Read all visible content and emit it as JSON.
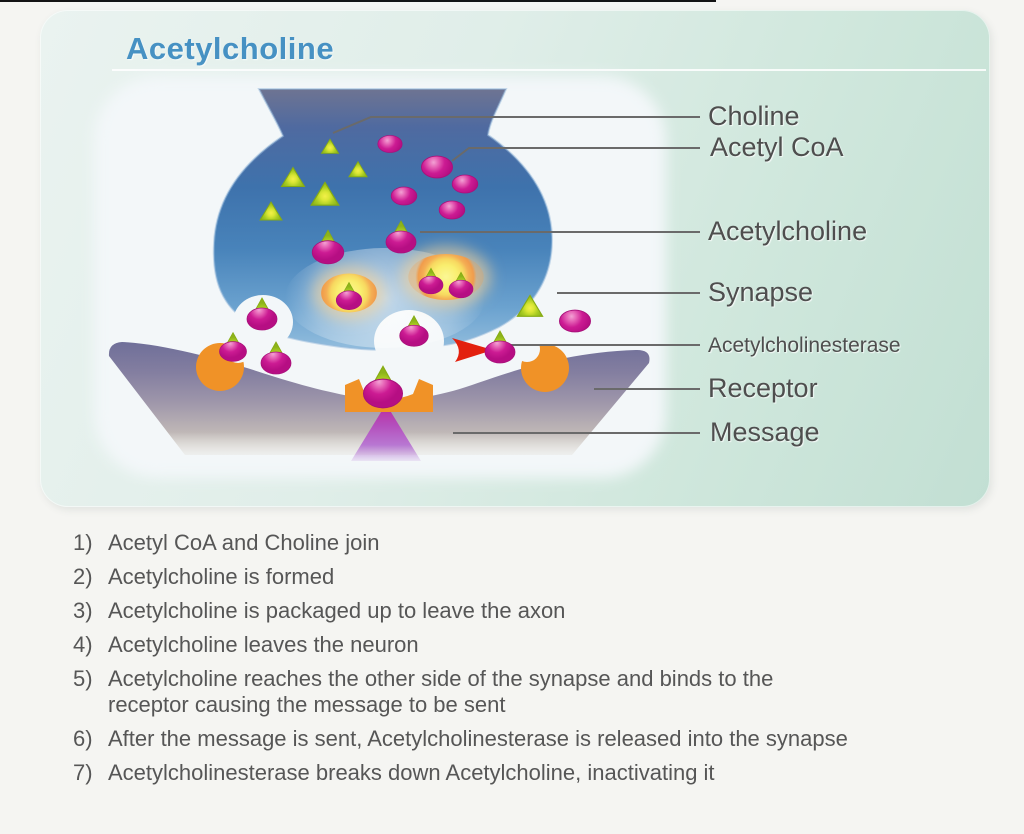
{
  "panel": {
    "title": "Acetylcholine"
  },
  "diagram": {
    "labels": [
      {
        "text": "Choline"
      },
      {
        "text": "Acetyl CoA"
      },
      {
        "text": "Acetylcholine"
      },
      {
        "text": "Synapse"
      },
      {
        "text": "Acetylcholinesterase"
      },
      {
        "text": "Receptor"
      },
      {
        "text": "Message"
      }
    ],
    "shapes": {
      "choline": "green-triangle",
      "acetyl_coa": "magenta-circle",
      "acetylcholine": "magenta-circle-with-green-triangle",
      "vesicle": "orange-ring-yellow-core",
      "receptor": "orange-c-shape",
      "acetylcholinesterase": "red-arrow",
      "message": "purple-triangle"
    },
    "colors": {
      "title_blue": "#4691c3",
      "panel_green": "#cde5db",
      "axon_blue": "#3e72ac",
      "choline_green": "#9cc41e",
      "acetyl_coa_magenta": "#c4138d",
      "vesicle_orange": "#f09a4c",
      "vesicle_yellow": "#f8ee74",
      "receptor_orange": "#f09427",
      "esterase_red": "#e32017",
      "message_purple": "#b45cc0",
      "membrane_purple": "#6f6f99",
      "label_gray": "#4e4e4e"
    }
  },
  "steps": [
    {
      "num": "1)",
      "line1": "Acetyl CoA and Choline join"
    },
    {
      "num": "2)",
      "line1": "Acetylcholine is formed"
    },
    {
      "num": "3)",
      "line1": "Acetylcholine is packaged up to leave the axon"
    },
    {
      "num": "4)",
      "line1": "Acetylcholine leaves the neuron"
    },
    {
      "num": "5)",
      "line1": "Acetylcholine reaches the other side of the synapse and binds to the",
      "line2": "receptor causing the message to be sent"
    },
    {
      "num": "6)",
      "line1": "After the message is sent, Acetylcholinesterase is released into the synapse"
    },
    {
      "num": "7)",
      "line1": "Acetylcholinesterase breaks down Acetylcholine, inactivating it"
    }
  ]
}
